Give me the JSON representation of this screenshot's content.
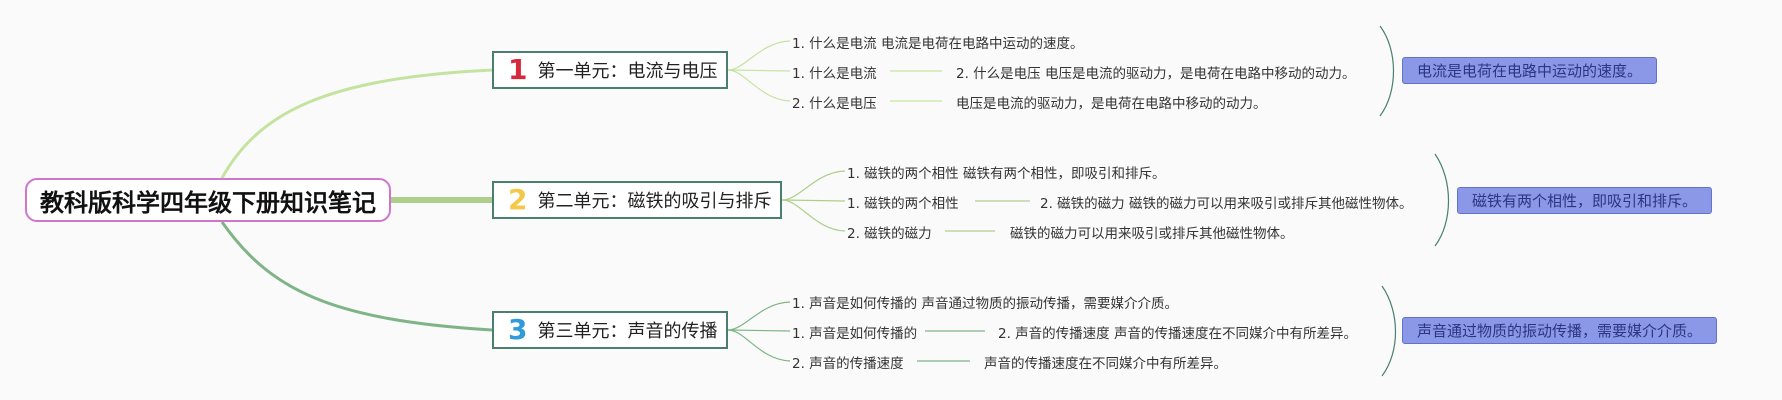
{
  "root": {
    "title": "教科版科学四年级下册知识笔记"
  },
  "colors": {
    "root_border": "#cf74cf",
    "unit_border": "#4a7f6f",
    "summary_fill": "#8b98e8",
    "num1": "#d6283b",
    "num2": "#f4c948",
    "num3": "#2f9bd8",
    "branch1": "#c5e3a0",
    "branch2": "#aecf8c",
    "branch3": "#7fb487"
  },
  "units": [
    {
      "number": "1",
      "title": "第一单元：电流与电压",
      "lines": [
        {
          "left": "1. 什么是电流 电流是电荷在电路中运动的速度。",
          "right": ""
        },
        {
          "left": "1. 什么是电流",
          "right": "2. 什么是电压 电压是电流的驱动力，是电荷在电路中移动的动力。"
        },
        {
          "left": "2. 什么是电压",
          "right": "电压是电流的驱动力，是电荷在电路中移动的动力。"
        }
      ],
      "summary": "电流是电荷在电路中运动的速度。"
    },
    {
      "number": "2",
      "title": "第二单元：磁铁的吸引与排斥",
      "lines": [
        {
          "left": "1. 磁铁的两个相性 磁铁有两个相性，即吸引和排斥。",
          "right": ""
        },
        {
          "left": "1. 磁铁的两个相性",
          "right": "2. 磁铁的磁力 磁铁的磁力可以用来吸引或排斥其他磁性物体。"
        },
        {
          "left": "2. 磁铁的磁力",
          "right": "磁铁的磁力可以用来吸引或排斥其他磁性物体。"
        }
      ],
      "summary": "磁铁有两个相性，即吸引和排斥。"
    },
    {
      "number": "3",
      "title": "第三单元：声音的传播",
      "lines": [
        {
          "left": "1. 声音是如何传播的 声音通过物质的振动传播，需要媒介介质。",
          "right": ""
        },
        {
          "left": "1. 声音是如何传播的",
          "right": "2. 声音的传播速度 声音的传播速度在不同媒介中有所差异。"
        },
        {
          "left": "2. 声音的传播速度",
          "right": "声音的传播速度在不同媒介中有所差异。"
        }
      ],
      "summary": "声音通过物质的振动传播，需要媒介介质。"
    }
  ]
}
